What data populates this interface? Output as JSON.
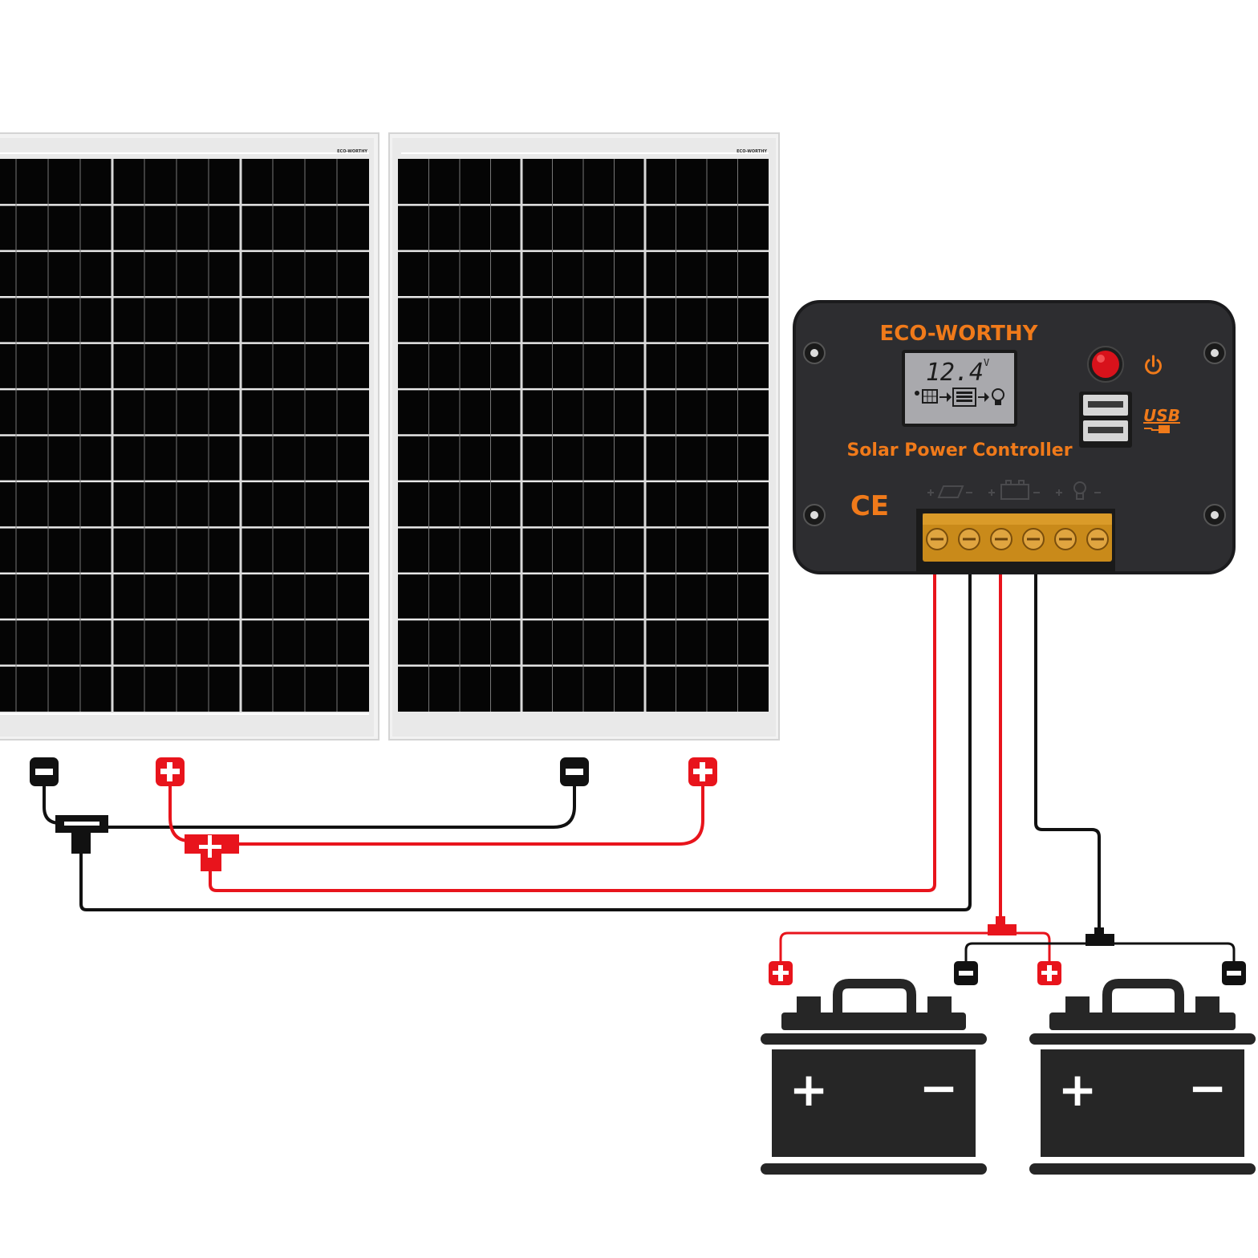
{
  "controller": {
    "brand": "ECO-WORTHY",
    "label": "Solar Power Controller",
    "lcd_reading": "12.4",
    "lcd_unit": "V",
    "usb_label": "USB",
    "ce_mark": "CE"
  },
  "panels": [
    {
      "brand_tag": "ECO-WORTHY"
    },
    {
      "brand_tag": "ECO-WORTHY"
    }
  ],
  "batteries": [
    {
      "plus": "+",
      "minus": "−"
    },
    {
      "plus": "+",
      "minus": "−"
    }
  ],
  "colors": {
    "positive_wire": "#e8141c",
    "negative_wire": "#111111",
    "controller_body": "#2b2b2e",
    "brand_orange": "#f07a1a",
    "panel_cell": "#050505",
    "panel_frame": "#e6e6e6",
    "battery_body": "#262626"
  },
  "icons": [
    "power-icon",
    "usb-icon",
    "solar-panel-icon",
    "battery-icon",
    "bulb-icon",
    "ce-mark-icon"
  ]
}
